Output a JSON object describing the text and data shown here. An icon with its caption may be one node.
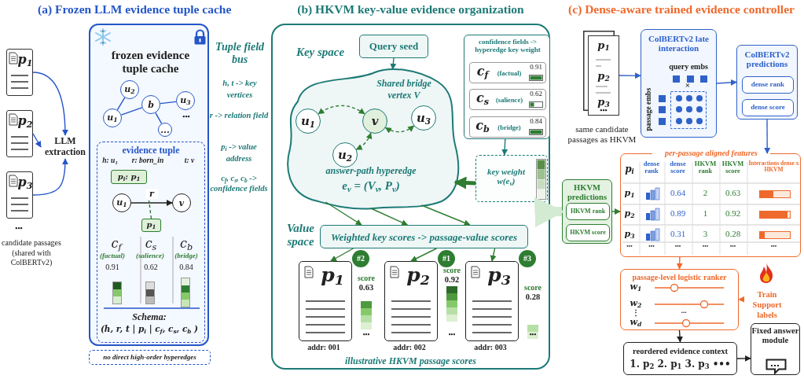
{
  "diagram": {
    "nodes": [
      {
        "text": [
          "p$_{1}$"
        ]
      },
      {
        "text": [
          "p$_{2}$"
        ]
      },
      {
        "text": [
          "p$_{3}$"
        ]
      },
      {
        "text": [
          "LLM extraction"
        ]
      },
      {
        "text": [
          "frozen evidence tuple cache"
        ]
      },
      {
        "text": [
          "u$_{2}$"
        ],
        "in": 4
      },
      {
        "text": [
          "u$_{1}$"
        ],
        "in": 4
      },
      {
        "text": [
          "b"
        ],
        "in": 4
      },
      {
        "text": [
          "u$_{3}$"
        ],
        "in": 4
      },
      {
        "text": [
          "..."
        ],
        "in": 4
      },
      {
        "text": [
          "evidence tuple"
        ],
        "in": 4
      },
      {
        "text": [
          "p$_{i}$: p$_{1}$"
        ],
        "in": 10
      },
      {
        "text": [
          "u$_{1}$"
        ],
        "in": 10
      },
      {
        "text": [
          "v"
        ],
        "in": 10
      },
      {
        "text": [
          "p$_{1}$"
        ],
        "in": 10
      },
      {
        "text": [
          "no direct high-order hyperedges"
        ]
      },
      {
        "text": [
          "Key space",
          "Value space",
          "illustrative HKVM passage scores"
        ]
      },
      {
        "text": [
          "Query seed"
        ],
        "in": 16
      },
      {
        "text": [
          "Shared bridge vertex V",
          "answer-path hyperedge",
          "e$_{v}$ = (V$_{v}$, P$_{v}$)"
        ],
        "in": 16
      },
      {
        "text": [
          "u$_{1}$"
        ],
        "in": 18
      },
      {
        "text": [
          "v"
        ],
        "in": 18
      },
      {
        "text": [
          "u$_{3}$"
        ],
        "in": 18
      },
      {
        "text": [
          "u$_{2}$"
        ],
        "in": 18
      },
      {
        "text": [
          "confidence fields -> hyperedge key weight"
        ],
        "in": 16
      },
      {
        "text": [
          "c$_{f}$",
          "(factual)",
          "0.91"
        ],
        "in": 23
      },
      {
        "text": [
          "c$_{s}$",
          "(salience)",
          "0.62"
        ],
        "in": 23
      },
      {
        "text": [
          "c$_{b}$",
          "(bridge)",
          "0.84"
        ],
        "in": 23
      },
      {
        "text": [
          "key weight w(e$_{v}$)"
        ],
        "in": 16
      },
      {
        "text": [
          "Weighted key scores -> passage-value scores"
        ],
        "in": 16
      },
      {
        "text": [
          "p$_{1}$"
        ],
        "in": 16,
        "beside": [
          "#2",
          "score",
          "0.63",
          "•••",
          "addr: 001"
        ]
      },
      {
        "text": [
          "p$_{2}$"
        ],
        "in": 16,
        "beside": [
          "#1",
          "score",
          "0.92",
          "•••",
          "addr: 002"
        ]
      },
      {
        "text": [
          "p$_{3}$"
        ],
        "in": 16,
        "beside": [
          "#3",
          "score",
          "0.28",
          "•••",
          "addr: 003"
        ]
      },
      {
        "text": [
          "p$_{1}$",
          "p$_{2}$",
          "p$_{3}$",
          "•••"
        ]
      },
      {
        "text": [
          "ColBERTv2 late interaction",
          "query embs",
          "passage embs",
          "×"
        ]
      },
      {
        "text": [
          "ColBERTv2 predictions"
        ]
      },
      {
        "text": [
          "dense rank"
        ],
        "in": 34
      },
      {
        "text": [
          "dense score"
        ],
        "in": 34
      },
      {
        "text": [
          "per-passage aligned features"
        ]
      },
      {
        "text": [
          "HKVM predictions"
        ]
      },
      {
        "text": [
          "HKVM rank"
        ],
        "in": 38
      },
      {
        "text": [
          "HKVM score"
        ],
        "in": 38
      },
      {
        "text": [
          "passage-level logistic ranker"
        ]
      },
      {
        "text": [
          "Train Support labels"
        ]
      },
      {
        "text": [
          "reordered evidence context",
          "1. p$_{2}$  2. p$_{1}$  3. p$_{3}$ •••"
        ]
      },
      {
        "text": [
          "Fixed answer module"
        ]
      }
    ],
    "edges": [
      {
        "from": 0,
        "to": 3,
        "arrow": "to",
        "color": "#2456c8"
      },
      {
        "from": 1,
        "to": 3,
        "arrow": "to",
        "color": "#2456c8"
      },
      {
        "from": 2,
        "to": 3,
        "arrow": "to",
        "color": "#2456c8"
      },
      {
        "from": 5,
        "to": 6,
        "arrow": "none",
        "color": "#2456c8"
      },
      {
        "from": 6,
        "to": 7,
        "arrow": "none",
        "color": "#2456c8"
      },
      {
        "from": 7,
        "to": 8,
        "arrow": "none",
        "color": "#2456c8"
      },
      {
        "from": 7,
        "to": 9,
        "arrow": "none",
        "color": "#2456c8"
      },
      {
        "from": 12,
        "to": 13,
        "label": "r",
        "arrow": "to",
        "color": "#222222"
      },
      {
        "from": 14,
        "to": null,
        "arrow": "none",
        "style": "dashed"
      },
      {
        "from": 17,
        "to": 18,
        "arrow": "to",
        "color": "#1d7a76"
      },
      {
        "from": 20,
        "to": 19,
        "arrow": "both",
        "style": "dashed"
      },
      {
        "from": 20,
        "to": 22,
        "arrow": "both",
        "style": "dashed"
      },
      {
        "from": 20,
        "to": 21,
        "arrow": "both",
        "style": "dashed"
      },
      {
        "from": 23,
        "to": 27,
        "arrow": "to",
        "color": "#1d7a76"
      },
      {
        "from": 27,
        "to": 18,
        "arrow": "to",
        "style": "thick"
      },
      {
        "from": 18,
        "to": 28,
        "arrow": "to"
      },
      {
        "from": 18,
        "to": 28,
        "arrow": "to"
      },
      {
        "from": 18,
        "to": 28,
        "arrow": "to"
      },
      {
        "from": 28,
        "to": 29,
        "arrow": "to"
      },
      {
        "from": 28,
        "to": 30,
        "arrow": "to"
      },
      {
        "from": 28,
        "to": 31,
        "arrow": "to"
      },
      {
        "from": 16,
        "to": 38,
        "arrow": "to",
        "style": "thick",
        "color": "#d3ead3"
      },
      {
        "from": 32,
        "to": 33,
        "arrow": "to",
        "color": "#2f62c9"
      },
      {
        "from": 33,
        "to": 34,
        "arrow": "to",
        "color": "#2f62c9"
      },
      {
        "from": 34,
        "to": 37,
        "arrow": "to",
        "color": "#2f62c9"
      },
      {
        "from": 38,
        "to": 37,
        "arrow": "to"
      },
      {
        "from": 37,
        "to": 41,
        "arrow": "to",
        "color": "#ee6a2c"
      },
      {
        "from": 42,
        "to": 41,
        "arrow": "to",
        "style": "dashed",
        "color": "#ee6a2c"
      },
      {
        "from": 41,
        "to": 43,
        "arrow": "to",
        "color": "#222222"
      },
      {
        "from": 43,
        "to": 44,
        "arrow": "to",
        "color": "#222222"
      }
    ],
    "labels": [
      "(a) Frozen LLM evidence tuple cache",
      "•••",
      "h: u$_{1}$",
      "r: born_in",
      "t: v",
      "c$_{f}$",
      "(factual)",
      "0.91",
      "c$_{s}$",
      "(salience)",
      "0.62",
      "c$_{b}$",
      "(bridge)",
      "0.84",
      "Schema:",
      "(h, r, t | p$_{i}$ | c$_{f}$, c$_{s}$, c$_{b}$ )",
      "•••",
      "candidate passages (shared with ColBERTv2)",
      "Tuple field bus",
      "h, t -> key vertices",
      "r -> relation field",
      "p$_{i}$ -> value address",
      "c$_{f}$, c$_{s}$, c$_{b}$ -> confidence fields",
      "(b) HKVM key-value evidence organization",
      "(c) Dense-aware trained evidence controller",
      "p$_{i}$",
      "dense rank",
      "dense score",
      "HKVM rank",
      "HKVM score",
      "Interactions dense x HKVM",
      "p$_{1}$",
      "0.64",
      "2",
      "0.63",
      "p$_{2}$",
      "0.89",
      "1",
      "0.92",
      "p$_{3}$",
      "0.31",
      "3",
      "0.28",
      "•••",
      "•••",
      "•••",
      "•••",
      "•••",
      "•••",
      "w$_{1}$",
      "w$_{2}$",
      "⋮",
      "w$_{d}$",
      "...",
      "same candidate passages as HKVM"
    ]
  }
}
